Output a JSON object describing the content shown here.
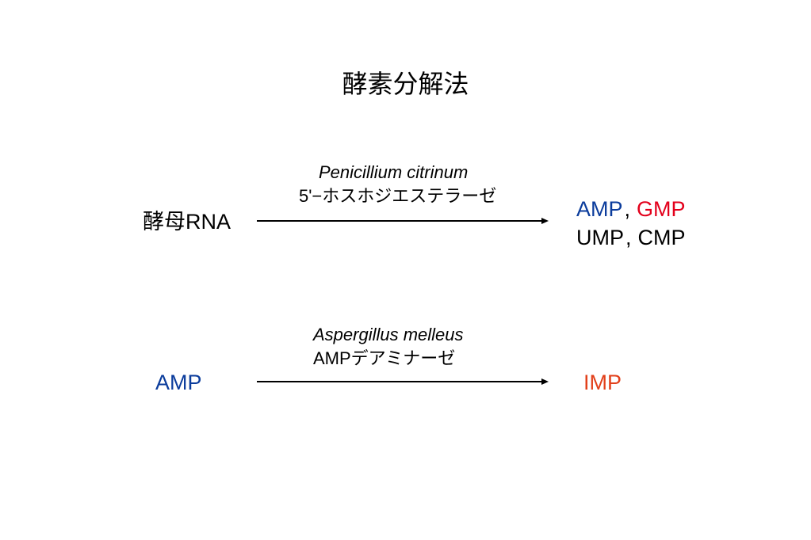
{
  "title": "酵素分解法",
  "colors": {
    "amp_blue": "#0b3c9c",
    "gmp_red": "#e3001b",
    "imp_red": "#e2401b",
    "text_black": "#000000"
  },
  "reaction1": {
    "substrate": "酵母RNA",
    "organism": "Penicillium citrinum",
    "enzyme": "5'−ホスホジエステラーゼ",
    "products": {
      "amp": "AMP",
      "gmp": "GMP",
      "ump": "UMP",
      "cmp": "CMP",
      "separator": ","
    }
  },
  "reaction2": {
    "substrate": "AMP",
    "organism": "Aspergillus melleus",
    "enzyme": "AMPデアミナーゼ",
    "product": "IMP"
  }
}
